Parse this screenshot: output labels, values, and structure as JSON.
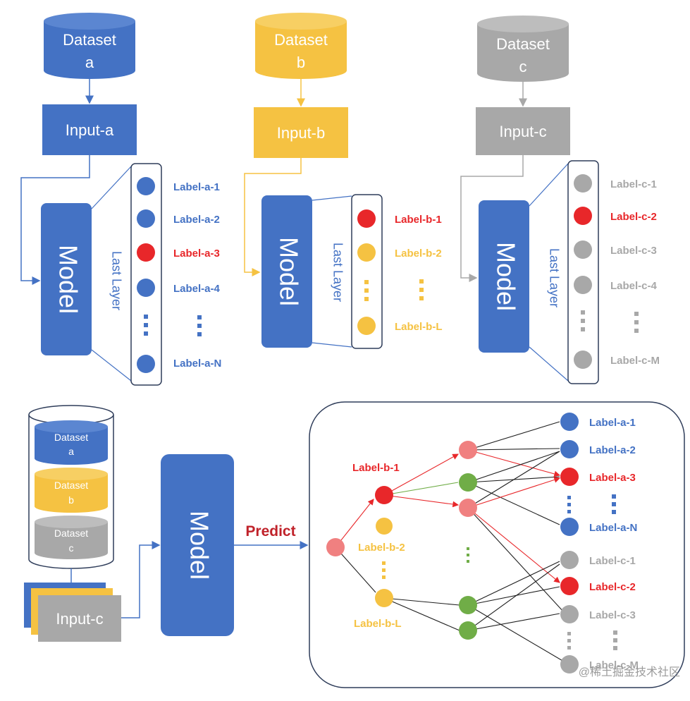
{
  "colors": {
    "blue": "#4472c4",
    "yellow": "#f5c242",
    "gray": "#a8a8a8",
    "red": "#e8272a",
    "pink": "#f08080",
    "green": "#70ad47",
    "dark_line": "#1f1f1f"
  },
  "top": {
    "a": {
      "dataset_line1": "Dataset",
      "dataset_line2": "a",
      "input": "Input-a",
      "model": "Model",
      "layer": "Last Layer",
      "labels": [
        "Label-a-1",
        "Label-a-2",
        "Label-a-3",
        "Label-a-4",
        "Label-a-N"
      ]
    },
    "b": {
      "dataset_line1": "Dataset",
      "dataset_line2": "b",
      "input": "Input-b",
      "model": "Model",
      "layer": "Last Layer",
      "labels": [
        "Label-b-1",
        "Label-b-2",
        "Label-b-L"
      ]
    },
    "c": {
      "dataset_line1": "Dataset",
      "dataset_line2": "c",
      "input": "Input-c",
      "model": "Model",
      "layer": "Last Layer",
      "labels": [
        "Label-c-1",
        "Label-c-2",
        "Label-c-3",
        "Label-c-4",
        "Label-c-M"
      ]
    }
  },
  "bottom": {
    "stack": [
      {
        "line1": "Dataset",
        "line2": "a"
      },
      {
        "line1": "Dataset",
        "line2": "b"
      },
      {
        "line1": "Dataset",
        "line2": "c"
      }
    ],
    "input": "Input-c",
    "model": "Model",
    "predict": "Predict",
    "left_labels": [
      "Label-b-1",
      "Label-b-2",
      "Label-b-L"
    ],
    "right_labels": [
      "Label-a-1",
      "Label-a-2",
      "Label-a-3",
      "Label-a-N",
      "Label-c-1",
      "Label-c-2",
      "Label-c-3",
      "Label-c-M"
    ]
  },
  "watermark": "@稀土掘金技术社区"
}
